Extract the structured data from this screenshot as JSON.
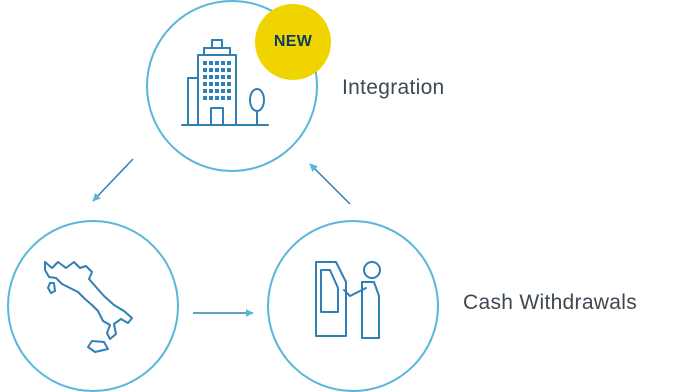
{
  "colors": {
    "line": "#5bb6dc",
    "icon": "#2f80b4",
    "badge_bg": "#f0d400",
    "badge_text": "#0e3c5c",
    "label_text": "#3d4852"
  },
  "nodes": {
    "top": {
      "icon": "office-building-icon",
      "badge": "NEW",
      "label": "Integration"
    },
    "bottom_left": {
      "icon": "italy-map-icon"
    },
    "bottom_right": {
      "icon": "atm-user-icon",
      "label": "Cash Withdrawals"
    }
  }
}
